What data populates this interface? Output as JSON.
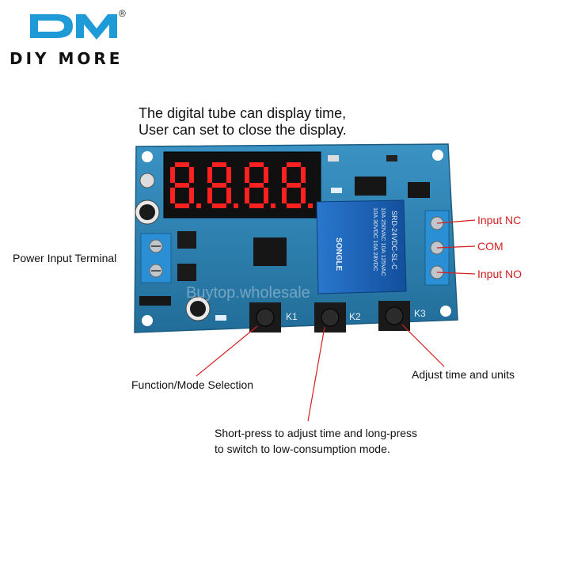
{
  "brand": {
    "logo_mark": "DM",
    "name": "DIY MORE",
    "registered": "®",
    "logo_color": "#1e9bd7"
  },
  "notes": {
    "display_line1": "The digital tube can display time,",
    "display_line2": "User can set to close the display."
  },
  "board": {
    "display_digits": "8.8.8.8.",
    "relay_text_1": "SRD-24VDC-SL-C",
    "relay_text_2": "10A 250VAC 10A 125VAC",
    "relay_text_3": "10A 30VDC 10A 28VDC",
    "relay_brand": "SONGLE",
    "button_labels": [
      "K1",
      "K2",
      "K3"
    ],
    "watermark": "Buytop.wholesale"
  },
  "labels": {
    "power_input": "Power Input Terminal",
    "input_nc": "Input NC",
    "com": "COM",
    "input_no": "Input NO",
    "k1_function": "Function/Mode Selection",
    "k3_function": "Adjust time and units",
    "k2_line1": "Short-press to adjust time and long-press",
    "k2_line2": "to switch to low-consumption mode."
  },
  "colors": {
    "pcb": "#2e83b3",
    "relay": "#1a5fb4",
    "terminal": "#2a8fd4",
    "segment_red": "#ff2020",
    "callout_red": "#d42020"
  }
}
